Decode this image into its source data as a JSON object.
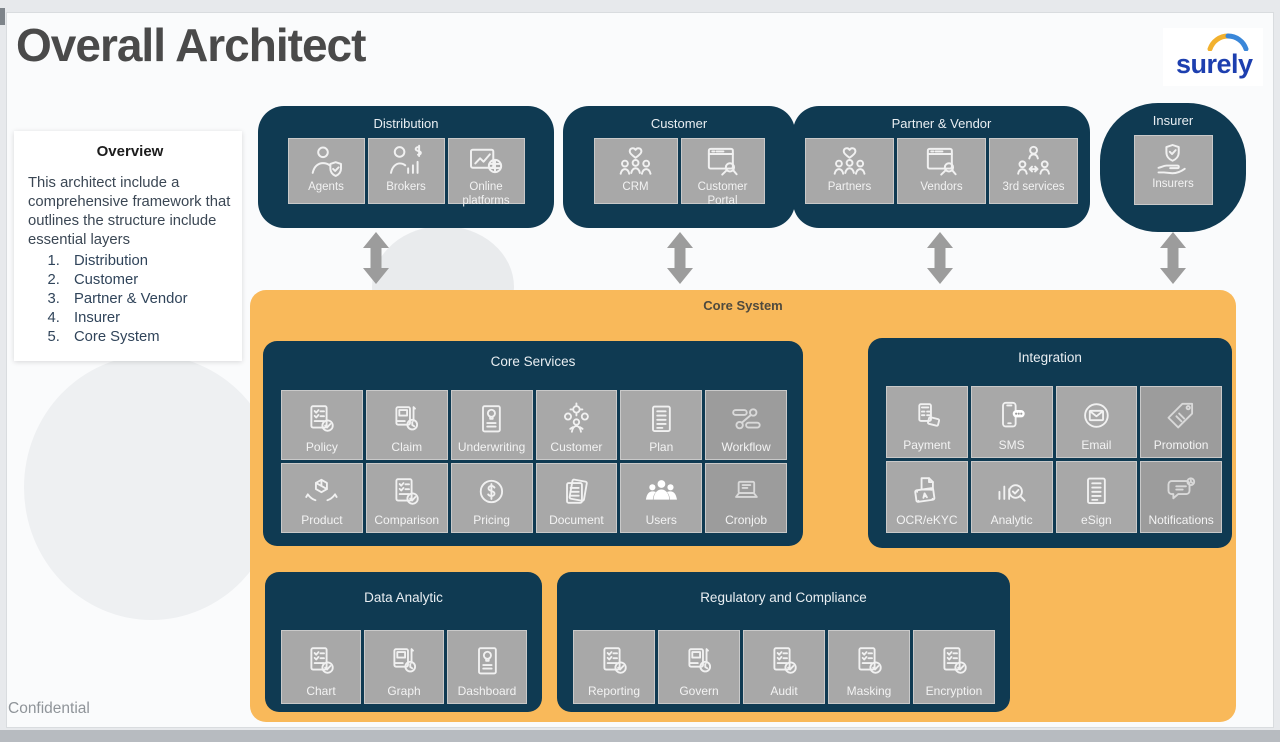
{
  "slide": {
    "title": "Overall Architect",
    "footer": "Confidential",
    "logo_text": "surely"
  },
  "colors": {
    "panel_dark": "#0f3a52",
    "accent_orange": "#f9b95a",
    "tile_gray": "#a8a8a8",
    "title_gray": "#4a4a4a",
    "logo_blue": "#1d3faf",
    "logo_arc_yellow": "#f2b12e",
    "logo_arc_blue": "#3a87d9",
    "arrow_gray": "#9c9c9c"
  },
  "overview": {
    "title": "Overview",
    "body": "This architect include a comprehensive framework that outlines the structure include essential  layers",
    "items": [
      "Distribution",
      "Customer",
      "Partner & Vendor",
      "Insurer",
      "Core System"
    ]
  },
  "top_groups": [
    {
      "id": "distribution",
      "title": "Distribution",
      "tiles": [
        {
          "label": "Agents",
          "icon": "agent-shield"
        },
        {
          "label": "Brokers",
          "icon": "broker-chart"
        },
        {
          "label": "Online platforms",
          "icon": "online-platforms"
        }
      ]
    },
    {
      "id": "customer",
      "title": "Customer",
      "tiles": [
        {
          "label": "CRM",
          "icon": "people-heart"
        },
        {
          "label": "Customer Portal",
          "icon": "portal-browser"
        }
      ]
    },
    {
      "id": "partner-vendor",
      "title": "Partner & Vendor",
      "tiles": [
        {
          "label": "Partners",
          "icon": "people-heart"
        },
        {
          "label": "Vendors",
          "icon": "portal-browser"
        },
        {
          "label": "3rd services",
          "icon": "people-connect"
        }
      ]
    },
    {
      "id": "insurer",
      "title": "Insurer",
      "tiles": [
        {
          "label": "Insurers",
          "icon": "hand-shield"
        }
      ]
    }
  ],
  "core_system": {
    "title": "Core System",
    "sections": [
      {
        "id": "core-services",
        "title": "Core Services",
        "tiles": [
          {
            "label": "Policy",
            "icon": "checklist-shield"
          },
          {
            "label": "Claim",
            "icon": "invoice-clock"
          },
          {
            "label": "Underwriting",
            "icon": "doc-bulb"
          },
          {
            "label": "Customer",
            "icon": "gears-person"
          },
          {
            "label": "Plan",
            "icon": "list-doc"
          },
          {
            "label": "Workflow",
            "icon": "workflow",
            "variant": "dim"
          },
          {
            "label": "Product",
            "icon": "hands-box"
          },
          {
            "label": "Comparison",
            "icon": "checklist-shield"
          },
          {
            "label": "Pricing",
            "icon": "dollar-circle"
          },
          {
            "label": "Document",
            "icon": "docs"
          },
          {
            "label": "Users",
            "icon": "users-solid"
          },
          {
            "label": "Cronjob",
            "icon": "laptop",
            "variant": "dim"
          }
        ]
      },
      {
        "id": "integration",
        "title": "Integration",
        "tiles": [
          {
            "label": "Payment",
            "icon": "payment-terminal"
          },
          {
            "label": "SMS",
            "icon": "phone-sms"
          },
          {
            "label": "Email",
            "icon": "email-circle"
          },
          {
            "label": "Promotion",
            "icon": "promo-tag",
            "variant": "dim"
          },
          {
            "label": "OCR/eKYC",
            "icon": "ocr-card"
          },
          {
            "label": "Analytic",
            "icon": "analytic-magnify"
          },
          {
            "label": "eSign",
            "icon": "list-doc"
          },
          {
            "label": "Notifications",
            "icon": "chat-notify",
            "variant": "dim"
          }
        ]
      },
      {
        "id": "data-analytic",
        "title": "Data Analytic",
        "tiles": [
          {
            "label": "Chart",
            "icon": "checklist-shield"
          },
          {
            "label": "Graph",
            "icon": "invoice-clock"
          },
          {
            "label": "Dashboard",
            "icon": "doc-bulb"
          }
        ]
      },
      {
        "id": "regulatory",
        "title": "Regulatory and Compliance",
        "tiles": [
          {
            "label": "Reporting",
            "icon": "checklist-shield"
          },
          {
            "label": "Govern",
            "icon": "invoice-clock"
          },
          {
            "label": "Audit",
            "icon": "checklist-shield"
          },
          {
            "label": "Masking",
            "icon": "checklist-shield"
          },
          {
            "label": "Encryption",
            "icon": "checklist-shield"
          }
        ]
      }
    ]
  }
}
